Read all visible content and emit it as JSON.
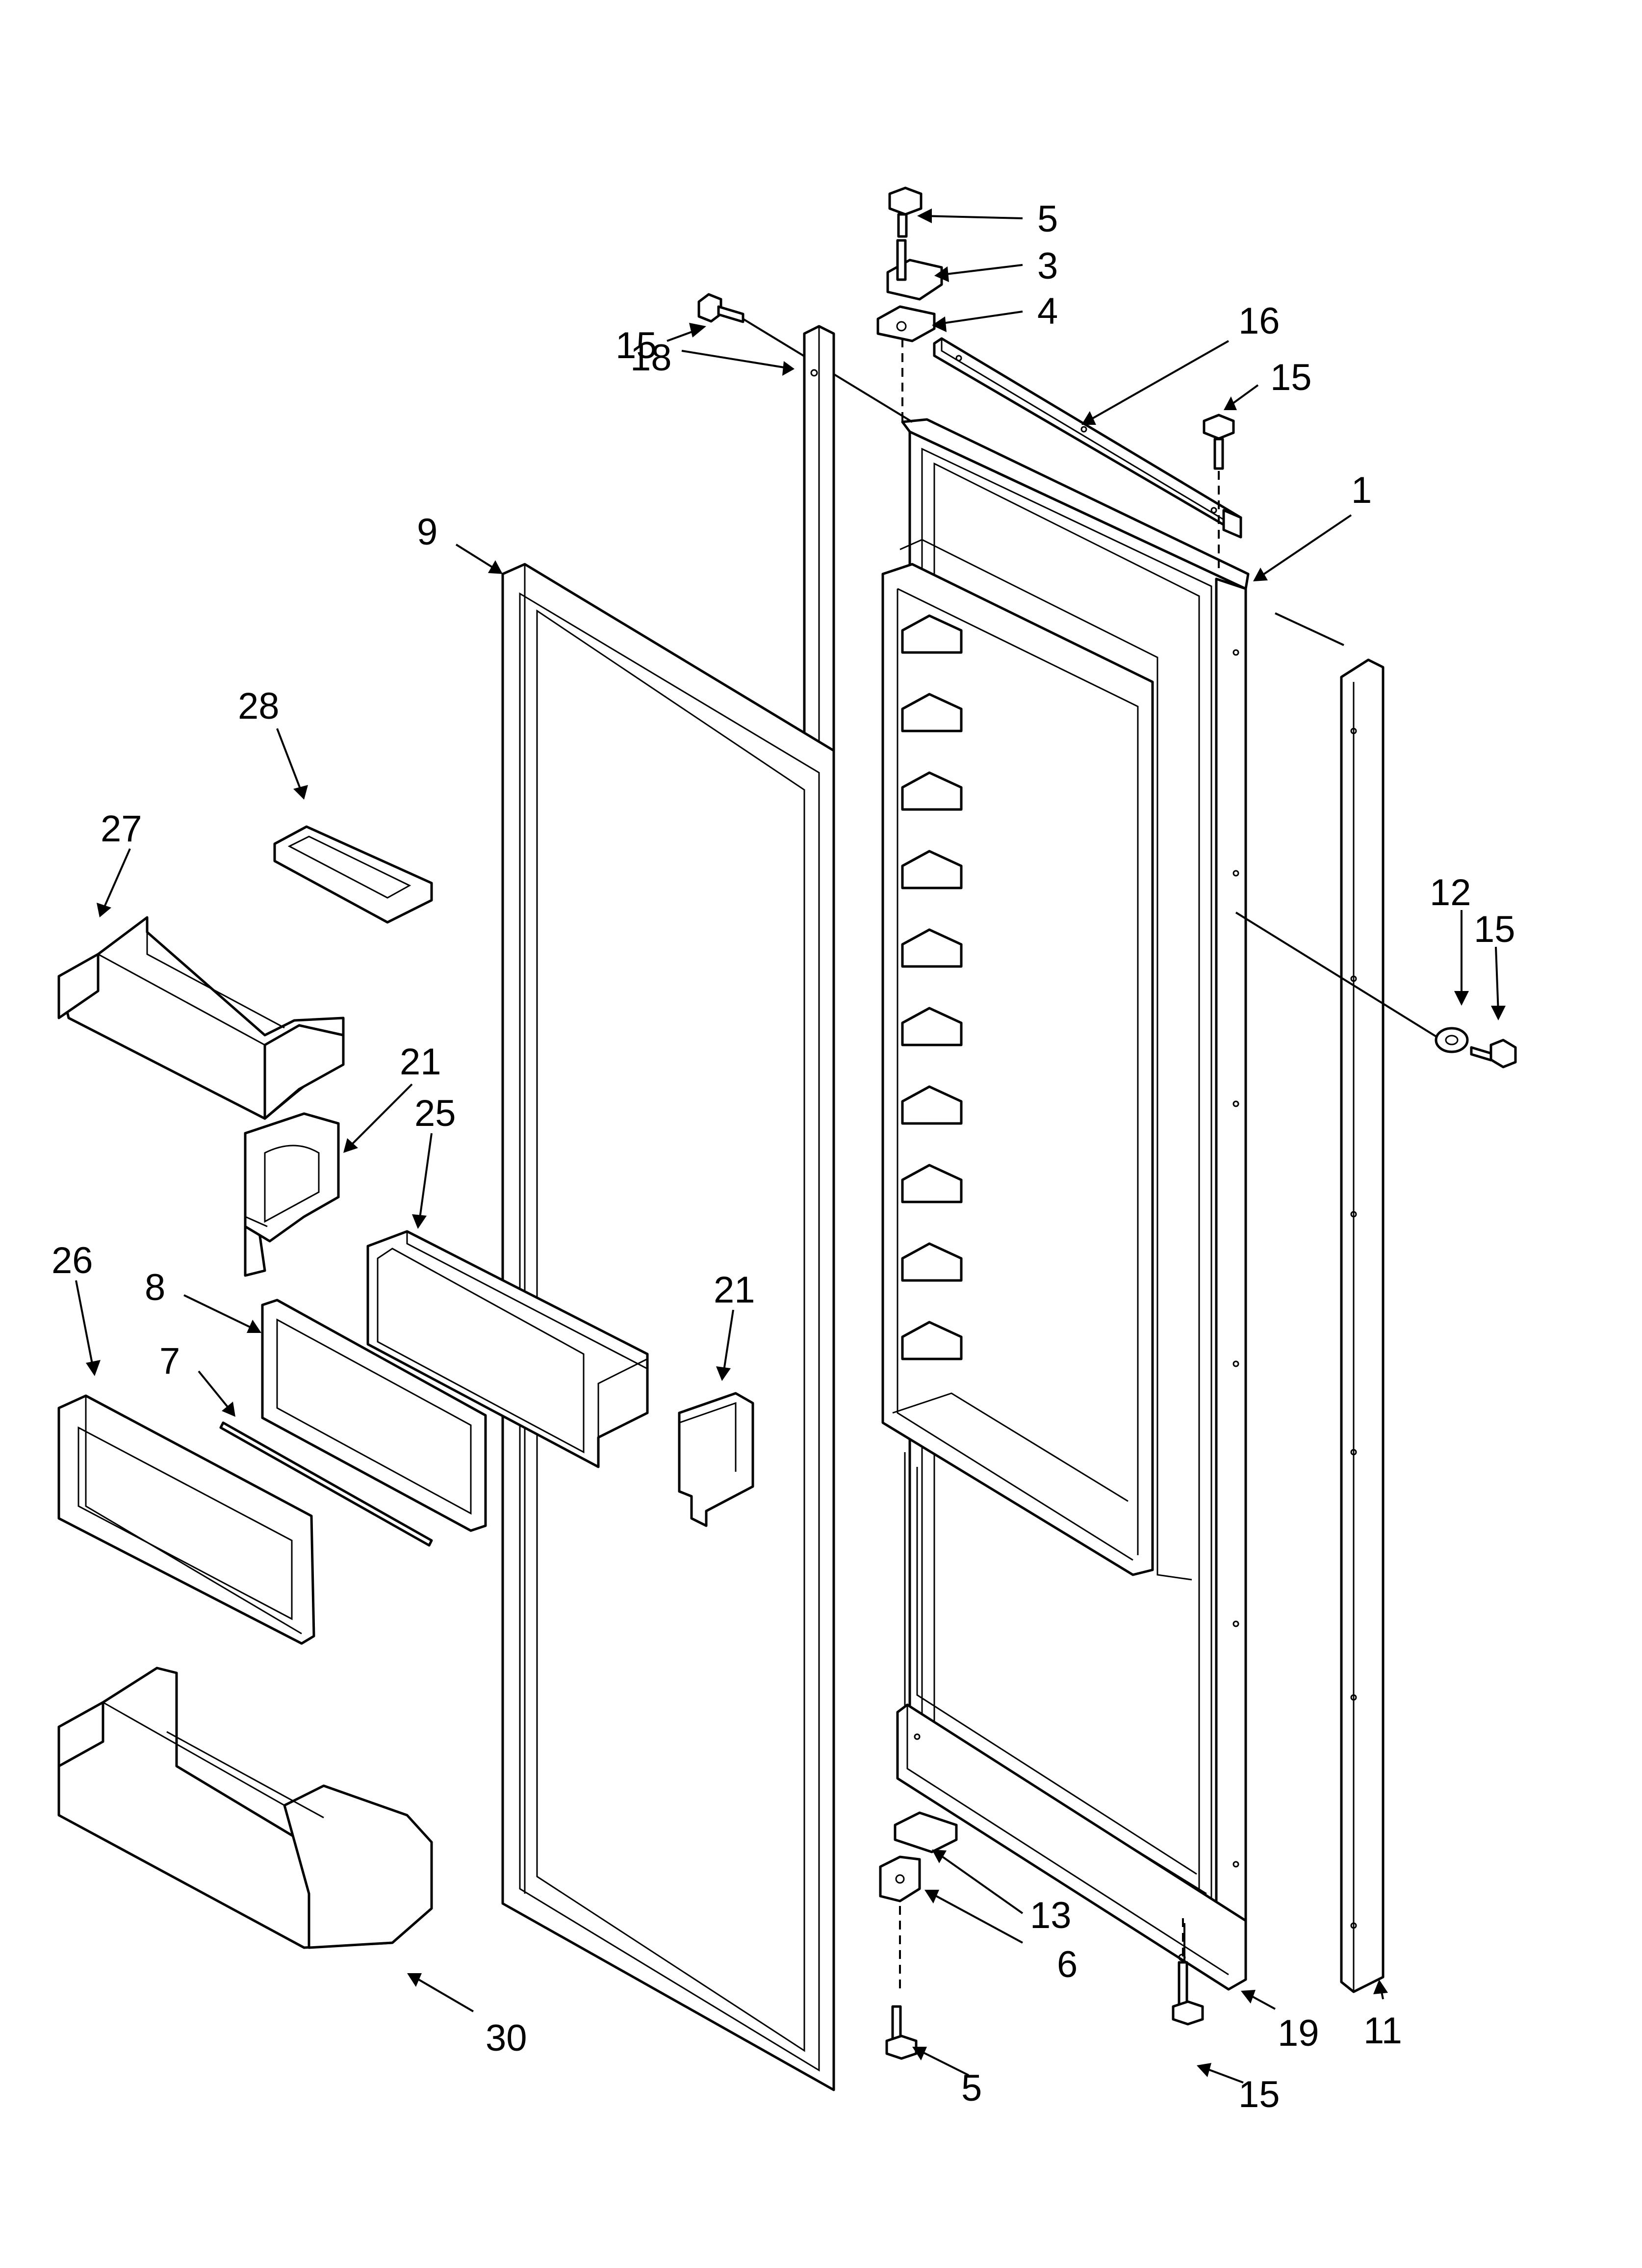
{
  "callouts": [
    {
      "id": "c5a",
      "label": "5"
    },
    {
      "id": "c3",
      "label": "3"
    },
    {
      "id": "c4",
      "label": "4"
    },
    {
      "id": "c15a",
      "label": "15"
    },
    {
      "id": "c16",
      "label": "16"
    },
    {
      "id": "c15b",
      "label": "15"
    },
    {
      "id": "c18",
      "label": "18"
    },
    {
      "id": "c1",
      "label": "1"
    },
    {
      "id": "c9",
      "label": "9"
    },
    {
      "id": "c28",
      "label": "28"
    },
    {
      "id": "c27",
      "label": "27"
    },
    {
      "id": "c12",
      "label": "12"
    },
    {
      "id": "c15c",
      "label": "15"
    },
    {
      "id": "c21a",
      "label": "21"
    },
    {
      "id": "c25",
      "label": "25"
    },
    {
      "id": "c26",
      "label": "26"
    },
    {
      "id": "c8",
      "label": "8"
    },
    {
      "id": "c21b",
      "label": "21"
    },
    {
      "id": "c7",
      "label": "7"
    },
    {
      "id": "c13",
      "label": "13"
    },
    {
      "id": "c6",
      "label": "6"
    },
    {
      "id": "c30",
      "label": "30"
    },
    {
      "id": "c19",
      "label": "19"
    },
    {
      "id": "c11",
      "label": "11"
    },
    {
      "id": "c5b",
      "label": "5"
    },
    {
      "id": "c15d",
      "label": "15"
    }
  ]
}
